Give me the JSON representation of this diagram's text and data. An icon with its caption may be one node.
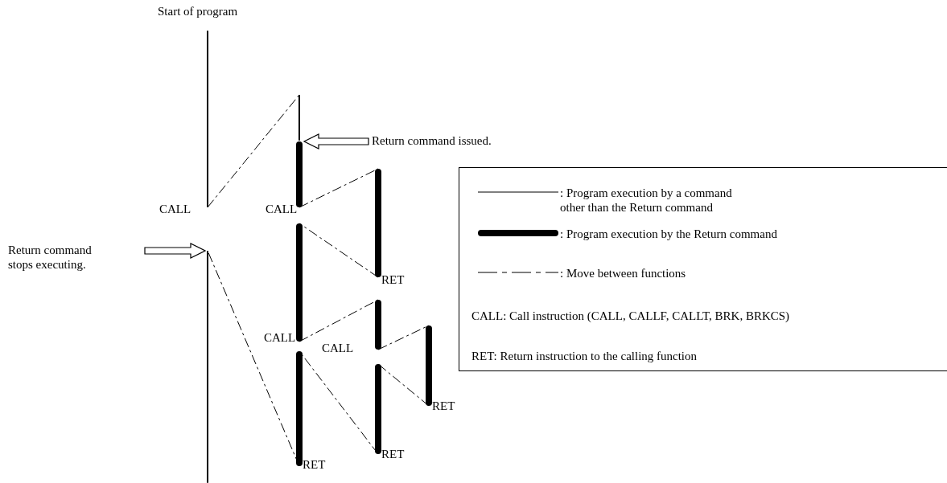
{
  "diagram": {
    "nodes": [
      {
        "text": [],
        "shape": "bar",
        "beside": [
          "Start of program"
        ]
      },
      {
        "text": [],
        "shape": "bar"
      },
      {
        "text": [],
        "shape": "bar"
      },
      {
        "text": [
          "Return command issued."
        ]
      },
      {
        "text": [],
        "shape": "bar"
      },
      {
        "text": [
          "Return command stops executing."
        ]
      },
      {
        "text": [],
        "shape": "bar"
      },
      {
        "text": [],
        "shape": "bar"
      },
      {
        "text": [],
        "shape": "bar"
      },
      {
        "text": [],
        "shape": "bar"
      },
      {
        "text": [],
        "shape": "bar"
      },
      {
        "text": [],
        "shape": "bar"
      }
    ],
    "edges": [
      {
        "from": 0,
        "to": 1,
        "arrow": "none",
        "style": "dashed"
      },
      {
        "from": 3,
        "to": 2,
        "arrow": "to"
      },
      {
        "from": 2,
        "to": 4,
        "arrow": "none",
        "style": "dashed"
      },
      {
        "from": 4,
        "to": 6,
        "arrow": "none",
        "style": "dashed"
      },
      {
        "from": 5,
        "to": 11,
        "arrow": "to"
      },
      {
        "from": 6,
        "to": 7,
        "arrow": "none",
        "style": "dashed"
      },
      {
        "from": 7,
        "to": 8,
        "arrow": "none",
        "style": "dashed"
      },
      {
        "from": 8,
        "to": 9,
        "arrow": "none",
        "style": "dashed"
      },
      {
        "from": 9,
        "to": 10,
        "arrow": "none",
        "style": "dashed"
      },
      {
        "from": 10,
        "to": 11,
        "arrow": "none",
        "style": "dashed"
      }
    ],
    "labels": [
      "CALL",
      "CALL",
      "RET",
      "CALL",
      "CALL",
      "RET",
      "RET",
      "RET",
      "CALL: Call instruction (CALL, CALLF, CALLT, BRK, BRKCS)",
      "RET: Return instruction to the calling function"
    ],
    "legend": [
      {
        "text": ": Program execution by a command other than the Return command"
      },
      {
        "text": ": Program execution by the Return command"
      },
      {
        "text": ": Move between functions"
      }
    ]
  }
}
